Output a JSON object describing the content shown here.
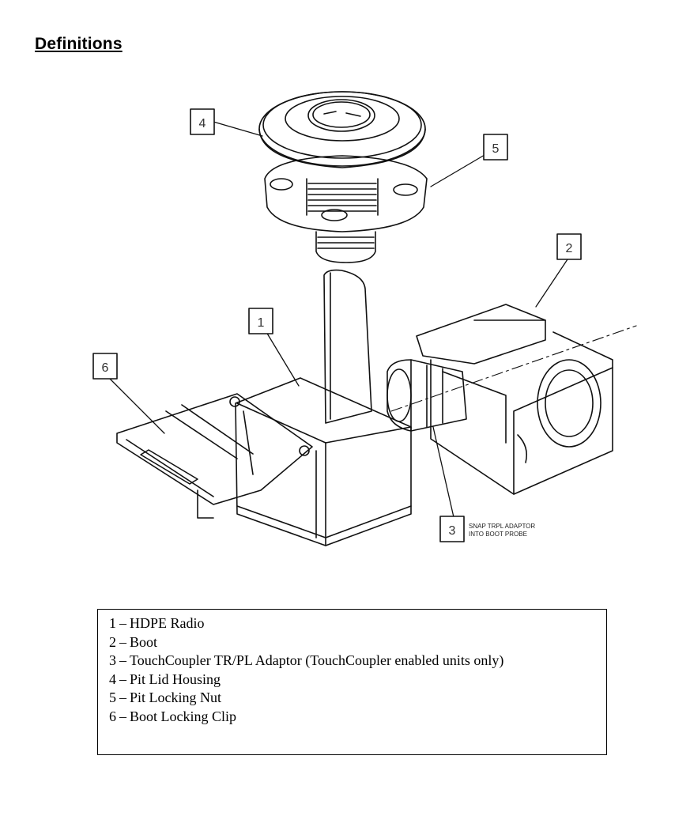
{
  "heading": "Definitions",
  "figure": {
    "callouts": [
      "4",
      "5",
      "2",
      "1",
      "6",
      "3"
    ],
    "note": [
      "SNAP TRPL ADAPTOR",
      "INTO BOOT PROBE"
    ]
  },
  "legend": [
    {
      "num": "1",
      "label": "HDPE Radio"
    },
    {
      "num": "2",
      "label": "Boot"
    },
    {
      "num": "3",
      "label": "TouchCoupler TR/PL Adaptor (TouchCoupler enabled units only)"
    },
    {
      "num": "4",
      "label": "Pit Lid Housing"
    },
    {
      "num": "5",
      "label": "Pit Locking Nut"
    },
    {
      "num": "6",
      "label": "Boot Locking Clip"
    }
  ],
  "separator": "–"
}
